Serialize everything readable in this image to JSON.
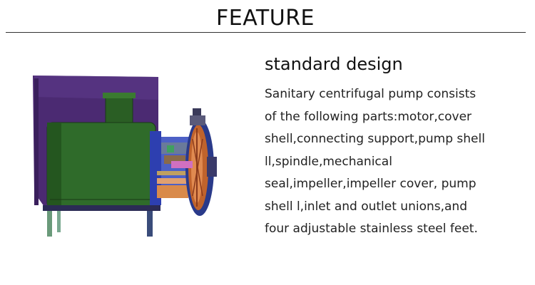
{
  "header": {
    "title": "FEATURE"
  },
  "section": {
    "heading": "standard design",
    "description_lines": [
      "Sanitary centrifugal pump consists",
      "of the following parts:motor,cover",
      "shell,connecting support,pump shell",
      "ll,spindle,mechanical",
      "seal,impeller,impeller cover, pump",
      "shell l,inlet and outlet unions,and",
      "four adjustable stainless steel feet."
    ]
  },
  "illustration": {
    "subject": "pump-cutaway-illustration",
    "colors": {
      "motor_shell": "#4b2a72",
      "motor_body": "#2f6b2a",
      "connector": "#2d3fb0",
      "impeller": "#c0632c",
      "accent_orange": "#d98a4a",
      "feet": "#6a9a7a"
    }
  }
}
